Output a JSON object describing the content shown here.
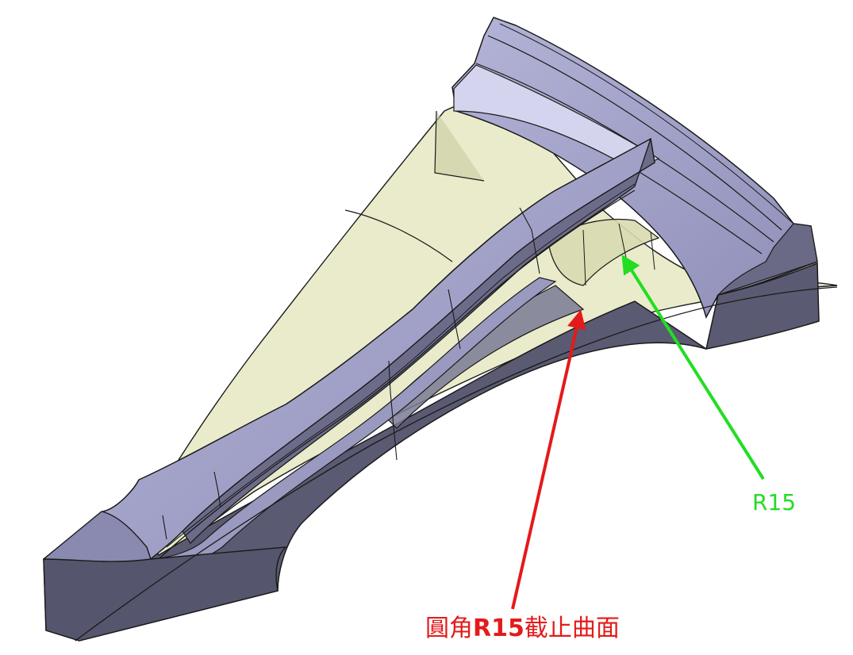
{
  "annotations": {
    "green_label": "R15",
    "green_color": "#22dd22",
    "red_label_prefix": "圓角",
    "red_label_latin": "R15",
    "red_label_suffix": "截止曲面",
    "red_color": "#e41a1a"
  },
  "colors": {
    "body_top": "#9c9cc4",
    "body_side": "#5a5a72",
    "body_light": "#c8c8e4",
    "surface_fill": "#e6e8c2",
    "edge": "#1a1a1a"
  }
}
